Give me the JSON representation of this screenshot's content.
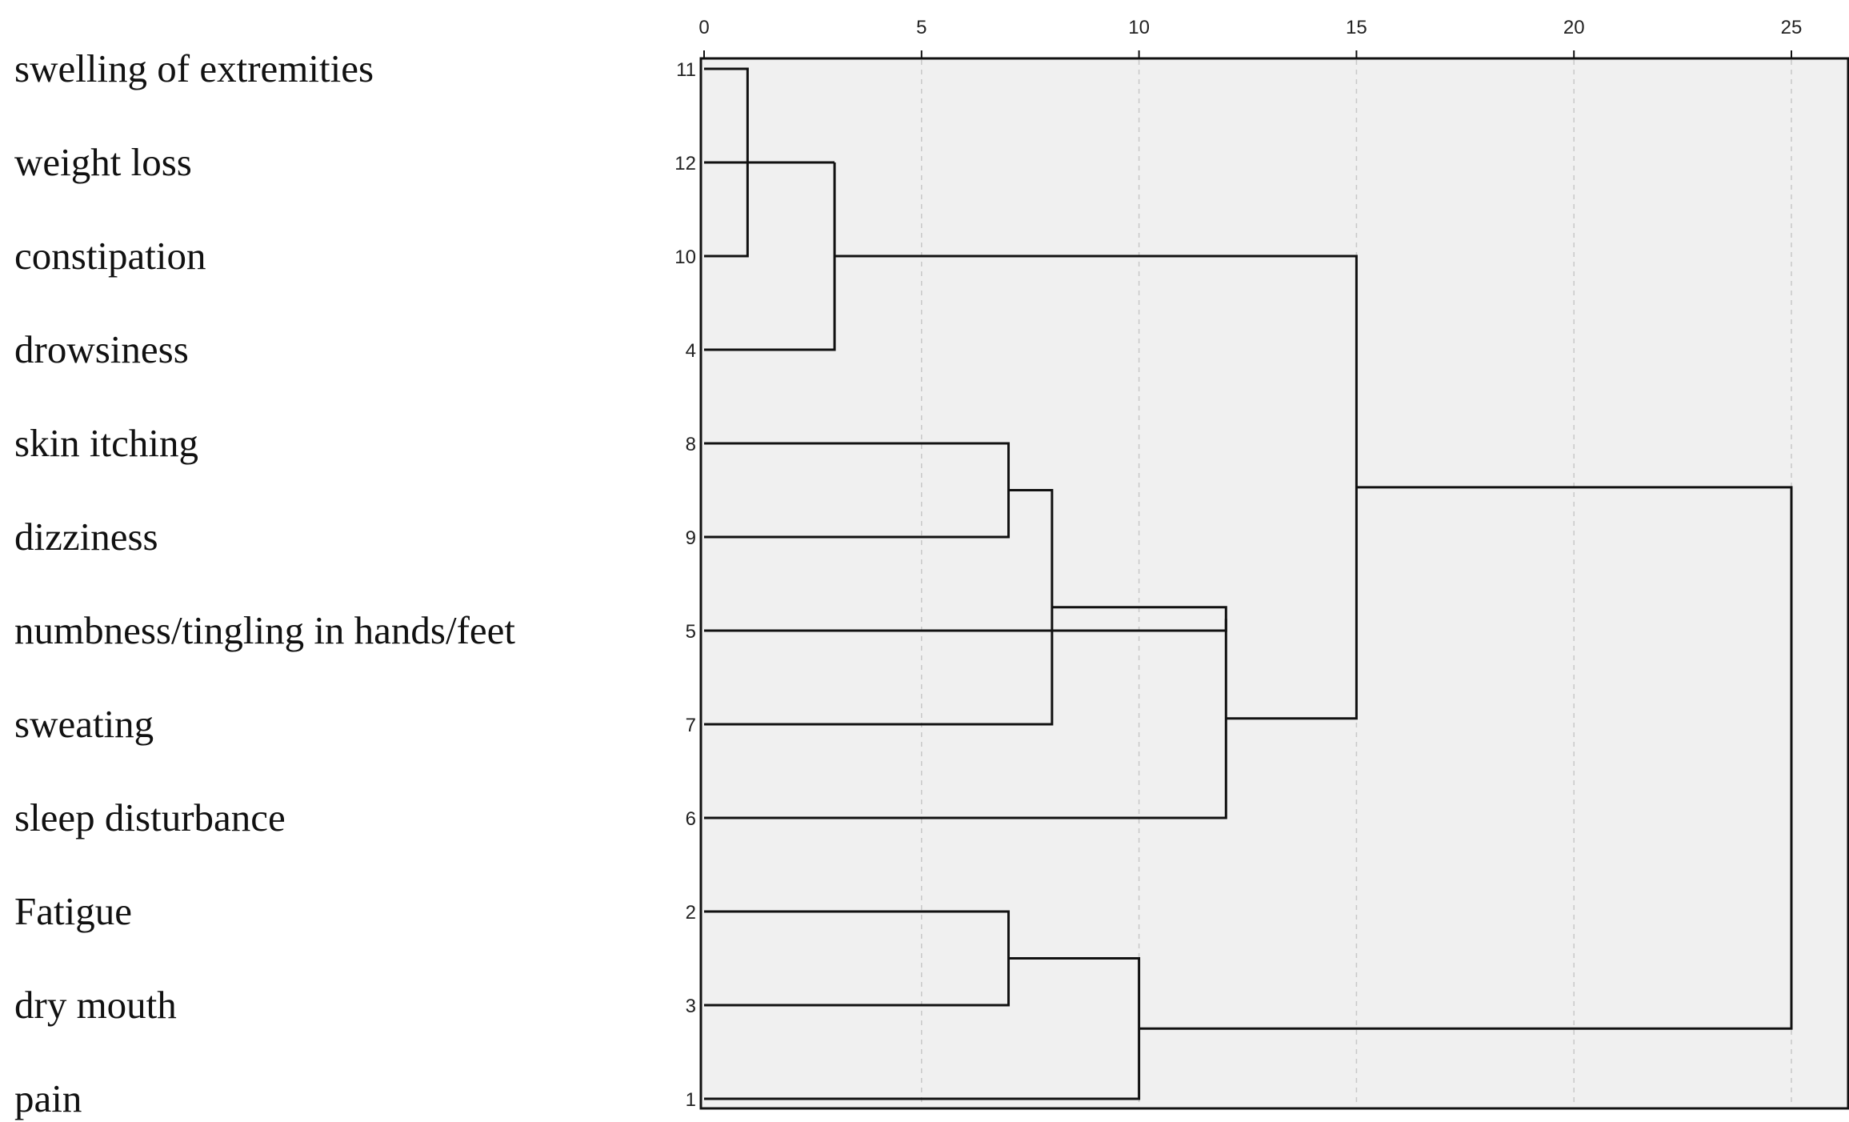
{
  "chart_data": {
    "type": "dendrogram",
    "title": "",
    "xlabel": "",
    "ylabel": "",
    "xlim": [
      0,
      25
    ],
    "x_ticks": [
      0,
      5,
      10,
      15,
      20,
      25
    ],
    "grid": true,
    "colors": {
      "plot_background": "#f0f0f0",
      "lines": "#111111",
      "grid": "#c8c8c8"
    },
    "leaves": [
      {
        "id": 11,
        "label": "swelling of extremities"
      },
      {
        "id": 12,
        "label": "weight loss"
      },
      {
        "id": 10,
        "label": "constipation"
      },
      {
        "id": 4,
        "label": "drowsiness"
      },
      {
        "id": 8,
        "label": "skin itching"
      },
      {
        "id": 9,
        "label": "dizziness"
      },
      {
        "id": 5,
        "label": "numbness/tingling in hands/feet"
      },
      {
        "id": 7,
        "label": "sweating"
      },
      {
        "id": 6,
        "label": "sleep disturbance"
      },
      {
        "id": 2,
        "label": "Fatigue"
      },
      {
        "id": 3,
        "label": "dry mouth"
      },
      {
        "id": 1,
        "label": "pain"
      }
    ],
    "merges": [
      {
        "a": "11",
        "b": "10",
        "distance": 1
      },
      {
        "a": "12",
        "b": "c1",
        "distance": 3
      },
      {
        "a": "c2",
        "b": "4",
        "distance": 3
      },
      {
        "a": "8",
        "b": "9",
        "distance": 7
      },
      {
        "a": "2",
        "b": "3",
        "distance": 7
      },
      {
        "a": "c4",
        "b": "7",
        "distance": 8
      },
      {
        "a": "c5",
        "b": "1",
        "distance": 10
      },
      {
        "a": "5",
        "b": "c6",
        "distance": 12
      },
      {
        "a": "c8",
        "b": "6",
        "distance": 12
      },
      {
        "a": "c3",
        "b": "c9",
        "distance": 15
      },
      {
        "a": "c10",
        "b": "c7",
        "distance": 25
      }
    ]
  }
}
